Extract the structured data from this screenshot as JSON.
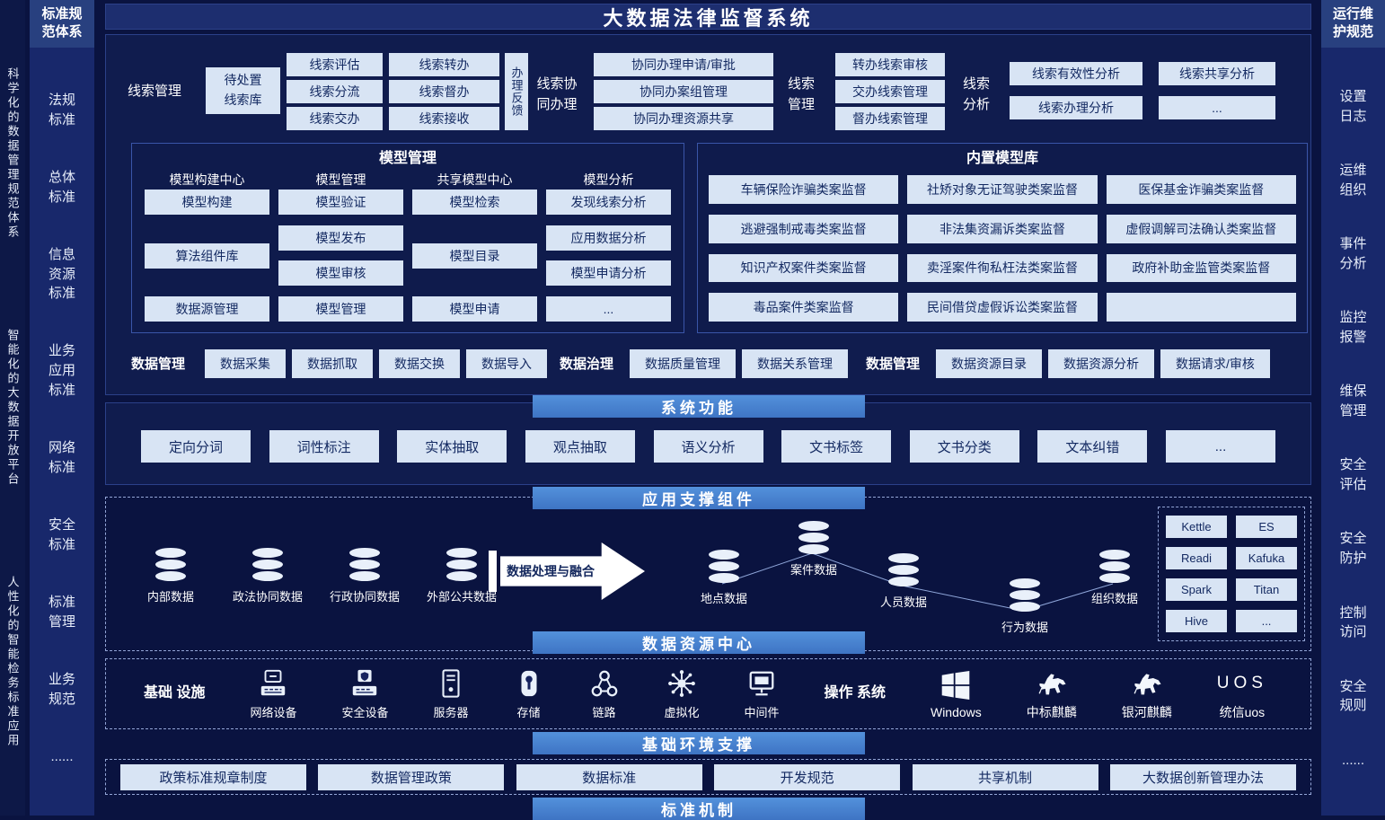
{
  "title": "大数据法律监督系统",
  "colors": {
    "page_bg": "#0A1340",
    "panel_bg": "#101C4E",
    "box_bg": "#D8E4F4",
    "box_text": "#142A62",
    "header_bar": "#4A86CF",
    "title_bar": "#1D2E6F"
  },
  "left_rail": {
    "text": [
      "科学化的数据管理规范体系",
      "智能化的大数据开放平台",
      "人性化的智能检务标准应用"
    ]
  },
  "standards_rail": {
    "header": "标准规\n范体系",
    "items": [
      "法规标准",
      "总体标准",
      "信息资源标准",
      "业务应用标准",
      "网络标准",
      "安全标准",
      "标准管理",
      "业务规范",
      "......"
    ]
  },
  "ops_rail": {
    "header": "运行维\n护规范",
    "items": [
      "设置日志",
      "运维组织",
      "事件分析",
      "监控报警",
      "维保管理",
      "安全评估",
      "安全防护",
      "控制访问",
      "安全规则",
      "......"
    ]
  },
  "clue": {
    "manage_label": "线索管理",
    "pending_box": "待处置\n线索库",
    "col_a": [
      "线索评估",
      "线索分流",
      "线索交办"
    ],
    "col_b": [
      "线索转办",
      "线索督办",
      "线索接收"
    ],
    "feedback": "办理反馈",
    "collab_label": "线索协\n同办理",
    "collab_items": [
      "协同办理申请/审批",
      "协同办案组管理",
      "协同办理资源共享"
    ],
    "manage2_label": "线索\n管理",
    "manage2_items": [
      "转办线索审核",
      "交办线索管理",
      "督办线索管理"
    ],
    "analysis_label": "线索\n分析",
    "analysis_col1": [
      "线索有效性分析",
      "线索办理分析"
    ],
    "analysis_col2": [
      "线索共享分析",
      "..."
    ]
  },
  "model": {
    "title": "模型管理",
    "columns": [
      {
        "header": "模型构建中心",
        "items": [
          "模型构建",
          "算法组件库",
          "数据源管理"
        ]
      },
      {
        "header": "模型管理",
        "items": [
          "模型验证",
          "模型发布",
          "模型审核",
          "模型管理"
        ]
      },
      {
        "header": "共享模型中心",
        "items": [
          "模型检索",
          "模型目录",
          "模型申请"
        ]
      },
      {
        "header": "模型分析",
        "items": [
          "发现线索分析",
          "应用数据分析",
          "模型申请分析",
          "..."
        ]
      }
    ]
  },
  "model_library": {
    "title": "内置模型库",
    "items": [
      "车辆保险诈骗类案监督",
      "社矫对象无证驾驶类案监督",
      "医保基金诈骗类案监督",
      "逃避强制戒毒类案监督",
      "非法集资漏诉类案监督",
      "虚假调解司法确认类案监督",
      "知识产权案件类案监督",
      "卖淫案件徇私枉法类案监督",
      "政府补助金监管类案监督",
      "毒品案件类案监督",
      "民间借贷虚假诉讼类案监督",
      ""
    ]
  },
  "data_mgmt": {
    "label1": "数据管理",
    "group1": [
      "数据采集",
      "数据抓取",
      "数据交换",
      "数据导入"
    ],
    "label2": "数据治理",
    "group2": [
      "数据质量管理",
      "数据关系管理"
    ],
    "label3": "数据管理",
    "group3": [
      "数据资源目录",
      "数据资源分析",
      "数据请求/审核"
    ]
  },
  "system_functions": {
    "header": "系统功能",
    "items": [
      "定向分词",
      "词性标注",
      "实体抽取",
      "观点抽取",
      "语义分析",
      "文书标签",
      "文书分类",
      "文本纠错",
      "..."
    ]
  },
  "support": {
    "header": "应用支撑组件",
    "sources": [
      "内部数据",
      "政法协同数据",
      "行政协同数据",
      "外部公共数据"
    ],
    "arrow_label": "数据处理与融合",
    "targets": [
      "地点数据",
      "案件数据",
      "人员数据",
      "行为数据",
      "组织数据"
    ],
    "tools": [
      "Kettle",
      "ES",
      "Readi",
      "Kafuka",
      "Spark",
      "Titan",
      "Hive",
      "..."
    ]
  },
  "data_center_header": "数据资源中心",
  "infrastructure": {
    "label": "基础\n设施",
    "devices": [
      "网络设备",
      "安全设备",
      "服务器",
      "存储",
      "链路",
      "虚拟化",
      "中间件"
    ],
    "os_label": "操作\n系统",
    "os_items": [
      "Windows",
      "中标麒麟",
      "银河麒麟",
      "统信uos"
    ],
    "uos_text": "UOS"
  },
  "env_header": "基础环境支撑",
  "policies": [
    "政策标准规章制度",
    "数据管理政策",
    "数据标准",
    "开发规范",
    "共享机制",
    "大数据创新管理办法"
  ],
  "mechanism_header": "标准机制"
}
